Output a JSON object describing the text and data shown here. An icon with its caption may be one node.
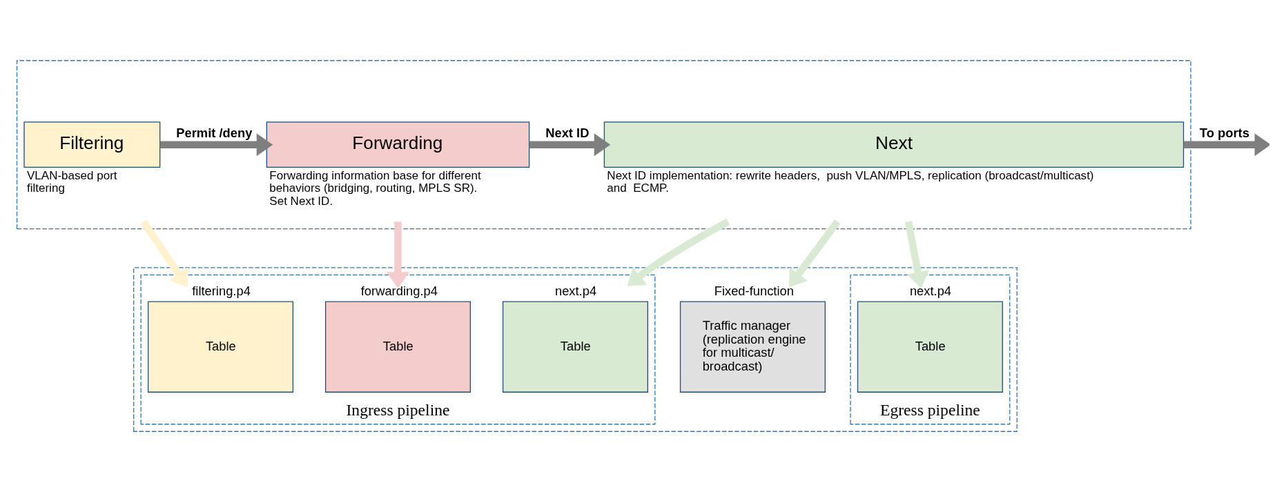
{
  "diagram": {
    "nodes": [
      {
        "text": [],
        "shape": "box"
      },
      {
        "text": [
          "Filtering"
        ],
        "in": 0,
        "beside": [
          "VLAN-based port filtering"
        ]
      },
      {
        "text": [
          "Forwarding"
        ],
        "in": 0,
        "beside": [
          "Forwarding information base for different behaviors (bridging, routing, MPLS SR). Set Next ID."
        ]
      },
      {
        "text": [
          "Next"
        ],
        "in": 0,
        "beside": [
          "Next ID implementation: rewrite headers,  push VLAN/MPLS, replication (broadcast/multicast) and  ECMP."
        ]
      },
      {
        "text": [],
        "shape": "box"
      },
      {
        "text": [
          "Ingress pipeline"
        ],
        "in": 4
      },
      {
        "text": [
          "filtering.p4",
          "Table"
        ],
        "in": 5
      },
      {
        "text": [
          "forwarding.p4",
          "Table"
        ],
        "in": 5
      },
      {
        "text": [
          "next.p4",
          "Table"
        ],
        "in": 5
      },
      {
        "text": [
          "Fixed-function",
          "Traffic manager (replication engine for multicast/ broadcast)"
        ],
        "in": 4
      },
      {
        "text": [
          "Egress pipeline"
        ],
        "in": 4
      },
      {
        "text": [
          "next.p4",
          "Table"
        ],
        "in": 10
      }
    ],
    "edges": [
      {
        "from": 1,
        "to": 2,
        "arrow": "to",
        "label": "Permit /deny",
        "color": "#7f7f7f"
      },
      {
        "from": 2,
        "to": 3,
        "arrow": "to",
        "label": "Next ID",
        "color": "#7f7f7f"
      },
      {
        "from": 3,
        "to": null,
        "arrow": "to",
        "label": "To ports",
        "color": "#7f7f7f"
      },
      {
        "from": 1,
        "to": 6,
        "arrow": "to",
        "color": "#fff2cc"
      },
      {
        "from": 2,
        "to": 7,
        "arrow": "to",
        "color": "#f4cccc"
      },
      {
        "from": 3,
        "to": 8,
        "arrow": "to",
        "color": "#d9ead3"
      },
      {
        "from": 3,
        "to": 9,
        "arrow": "to",
        "color": "#d9ead3"
      },
      {
        "from": 3,
        "to": 11,
        "arrow": "to",
        "color": "#d9ead3"
      }
    ]
  }
}
